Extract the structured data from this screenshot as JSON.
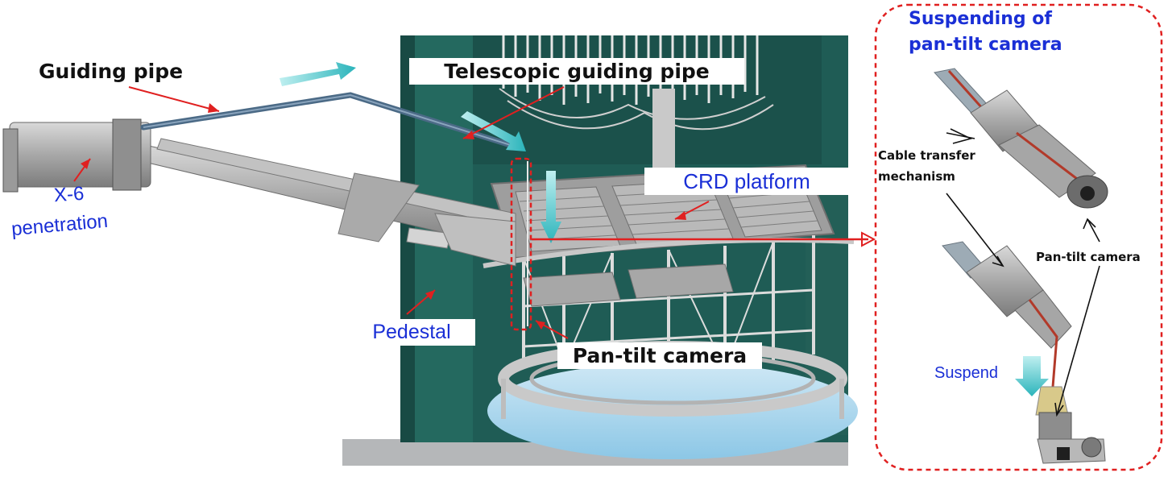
{
  "labels": {
    "guiding_pipe": "Guiding pipe",
    "telescopic_guiding_pipe": "Telescopic guiding pipe",
    "x6_line1": "X-6",
    "x6_line2": "penetration",
    "crd_platform": "CRD platform",
    "pedestal": "Pedestal",
    "pan_tilt_camera_main": "Pan-tilt camera",
    "panel_title_line1": "Suspending of",
    "panel_title_line2": "pan-tilt camera",
    "cable_transfer_line1": "Cable transfer",
    "cable_transfer_line2": "mechanism",
    "pan_tilt_camera_panel": "Pan-tilt camera",
    "suspend": "Suspend"
  },
  "colors": {
    "label_blue": "#1a2fd6",
    "pointer_red": "#e02020",
    "pedestal_green": "#1f5c55",
    "flow_arrow_cyan": "#3cc4c8",
    "panel_border_red": "#e02020"
  }
}
